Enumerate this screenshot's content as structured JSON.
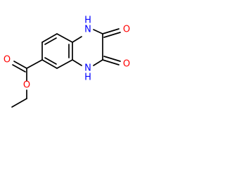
{
  "molecule": {
    "atoms": {
      "n1_n": "N",
      "n1_h": "H",
      "n4_n": "N",
      "n4_h": "H",
      "o_c2": "O",
      "o_c3": "O",
      "o_carbonyl": "O",
      "o_ester": "O"
    },
    "colors": {
      "bond": "#000000",
      "nitrogen": "#0000ff",
      "oxygen": "#ff0000",
      "background": "#ffffff"
    }
  }
}
